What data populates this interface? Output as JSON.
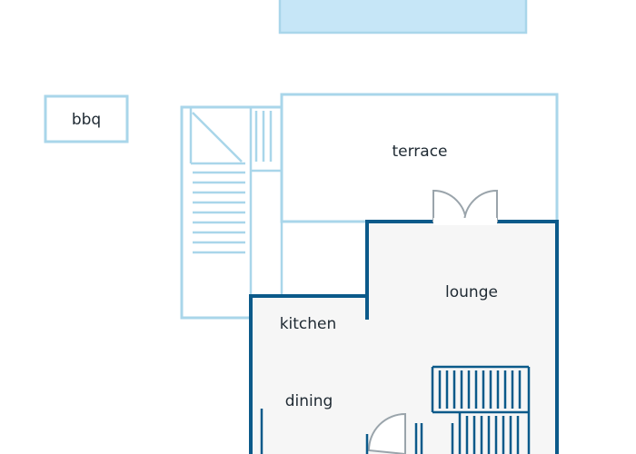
{
  "rooms": {
    "bbq": "bbq",
    "terrace": "terrace",
    "lounge": "lounge",
    "kitchen": "kitchen",
    "dining": "dining"
  },
  "colors": {
    "light_outline": "#a9d6ea",
    "dark_outline": "#0b5a8a",
    "pool_fill": "#c6e6f7",
    "interior_fill": "#f6f6f6",
    "door": "#9aa4ab",
    "label": "#1f2a33"
  }
}
